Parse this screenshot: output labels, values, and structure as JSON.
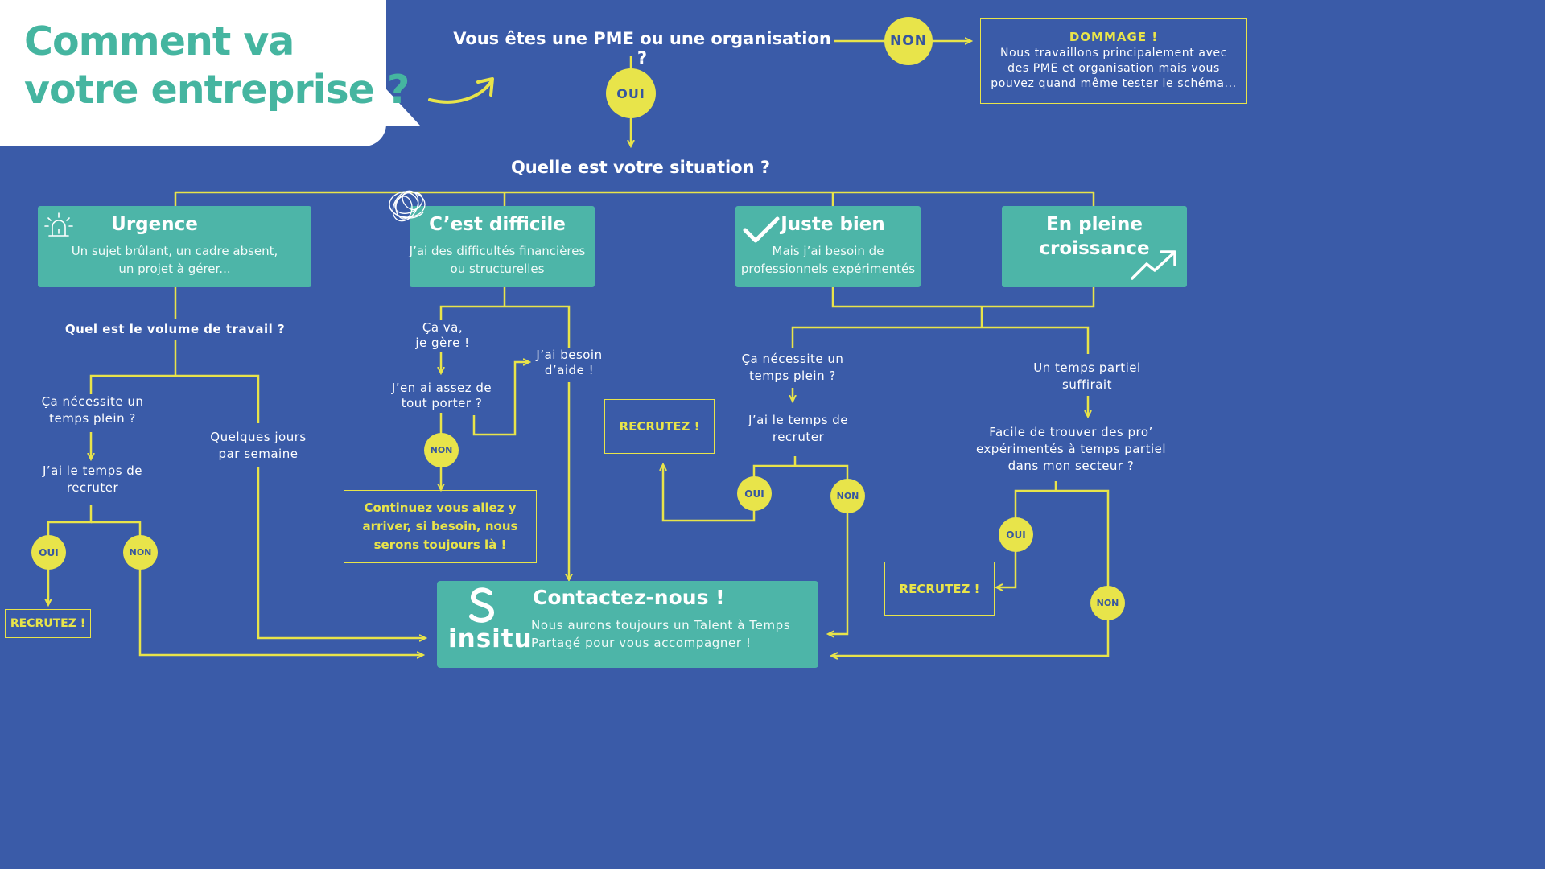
{
  "title_line1": "Comment va",
  "title_line2": "votre entreprise ?",
  "q_pme": "Vous êtes une PME ou une organisation ?",
  "oui": "OUI",
  "non": "NON",
  "dommage": {
    "title": "DOMMAGE !",
    "line1": "Nous travaillons principalement avec",
    "line2": "des PME et organisation mais vous",
    "line3": "pouvez quand même tester le schéma..."
  },
  "q_situation": "Quelle est votre situation ?",
  "cards": {
    "urgence": {
      "title": "Urgence",
      "sub1": "Un sujet brûlant, un cadre absent,",
      "sub2": "un projet à gérer..."
    },
    "difficile": {
      "title": "C’est difficile",
      "sub1": "J’ai des difficultés financières",
      "sub2": "ou structurelles"
    },
    "juste": {
      "title": "Juste bien",
      "sub1": "Mais j’ai besoin de",
      "sub2": "professionnels expérimentés"
    },
    "croissance": {
      "title1": "En pleine",
      "title2": "croissance"
    }
  },
  "urgence_branch": {
    "q_volume": "Quel est le volume de travail ?",
    "plein1": "Ça nécessite un",
    "plein2": "temps plein ?",
    "jours1": "Quelques jours",
    "jours2": "par semaine",
    "recruter1": "J’ai le temps de",
    "recruter2": "recruter",
    "recrutez": "RECRUTEZ !"
  },
  "difficile_branch": {
    "cava1": "Ça va,",
    "cava2": "je gère !",
    "besoin1": "J’ai besoin",
    "besoin2": "d’aide !",
    "assez1": "J’en ai assez de",
    "assez2": "tout porter ?",
    "continuez1": "Continuez vous allez y",
    "continuez2": "arriver, si besoin, nous",
    "continuez3": "serons toujours là !"
  },
  "juste_branch": {
    "plein1": "Ça nécessite un",
    "plein2": "temps plein ?",
    "recruter1": "J’ai le temps de",
    "recruter2": "recruter",
    "recrutez": "RECRUTEZ !",
    "partiel1": "Un temps partiel",
    "partiel2": "suffirait",
    "facile1": "Facile de trouver des pro’",
    "facile2": "expérimentés à temps partiel",
    "facile3": "dans mon secteur ?",
    "recrutez2": "RECRUTEZ !"
  },
  "contact": {
    "title": "Contactez-nous !",
    "line1": "Nous aurons toujours un Talent à Temps",
    "line2": "Partagé pour vous accompagner !",
    "logo_word": "insitu"
  },
  "colors": {
    "background": "#3a5ba8",
    "teal": "#4db5a8",
    "yellow": "#e8e44a",
    "title_teal": "#45b5a0"
  }
}
